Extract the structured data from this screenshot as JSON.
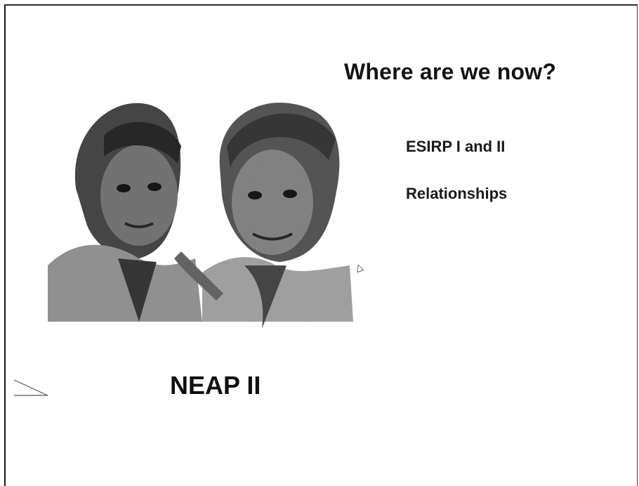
{
  "slide": {
    "title": "Where are we now?",
    "bullets": [
      "ESIRP I and II",
      "Relationships"
    ],
    "photo_caption": "NEAP II"
  }
}
